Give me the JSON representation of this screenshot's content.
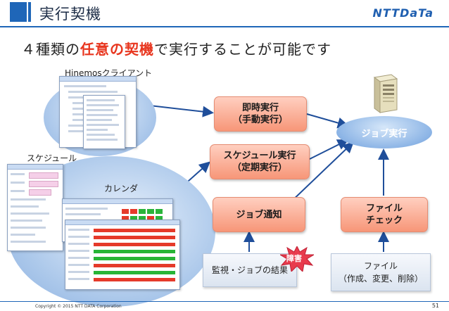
{
  "header": {
    "title": "実行契機",
    "logo": "NTTDaTa"
  },
  "subtitle": {
    "prefix": "４種類の",
    "highlight": "任意の契機",
    "suffix": "で実行することが可能です"
  },
  "labels": {
    "client": "Hinemosクライアント",
    "schedule": "スケジュール",
    "calendar": "カレンダ"
  },
  "boxes": {
    "immediate": {
      "line1": "即時実行",
      "line2": "（手動実行）"
    },
    "scheduled": {
      "line1": "スケジュール実行",
      "line2": "（定期実行）"
    },
    "notify": {
      "line1": "ジョブ通知"
    },
    "filecheck": {
      "line1": "ファイル",
      "line2": "チェック"
    }
  },
  "job": {
    "label": "ジョブ実行"
  },
  "monitor": {
    "label": "監視・ジョブの結果"
  },
  "file": {
    "line1": "ファイル",
    "line2": "（作成、変更、削除）"
  },
  "hazard": {
    "label": "障害"
  },
  "footer": {
    "copyright": "Copyright © 2015 NTT DATA Corporation",
    "page": "51"
  },
  "colors": {
    "accent": "#1f66b8",
    "highlight": "#e8361f",
    "box": "#f79678",
    "job": "#8db5e6"
  }
}
